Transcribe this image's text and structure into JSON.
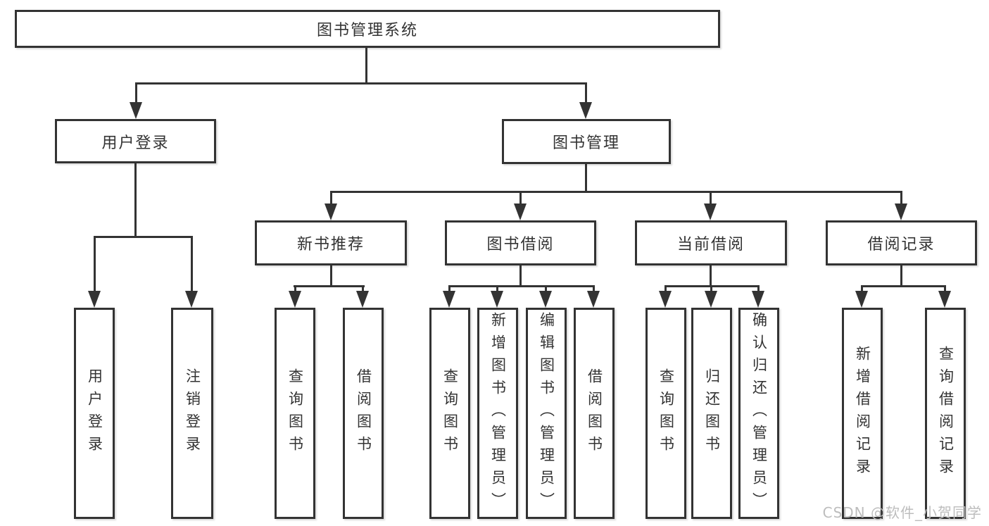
{
  "colors": {
    "line": "#333333",
    "text": "#333333",
    "background": "#ffffff",
    "watermark": "#bdbdbd"
  },
  "watermark": "CSDN @软件_小贺同学",
  "tree": {
    "root": {
      "label": "图书管理系统",
      "children": [
        {
          "label": "用户登录",
          "children": [
            {
              "label": "用户登录"
            },
            {
              "label": "注销登录"
            }
          ]
        },
        {
          "label": "图书管理",
          "children": [
            {
              "label": "新书推荐",
              "children": [
                {
                  "label": "查询图书"
                },
                {
                  "label": "借阅图书"
                }
              ]
            },
            {
              "label": "图书借阅",
              "children": [
                {
                  "label": "查询图书"
                },
                {
                  "label": "新增图书（管理员）"
                },
                {
                  "label": "编辑图书（管理员）"
                },
                {
                  "label": "借阅图书"
                }
              ]
            },
            {
              "label": "当前借阅",
              "children": [
                {
                  "label": "查询图书"
                },
                {
                  "label": "归还图书"
                },
                {
                  "label": "确认归还（管理员）"
                }
              ]
            },
            {
              "label": "借阅记录",
              "children": [
                {
                  "label": "新增借阅记录"
                },
                {
                  "label": "查询借阅记录"
                }
              ]
            }
          ]
        }
      ]
    }
  }
}
